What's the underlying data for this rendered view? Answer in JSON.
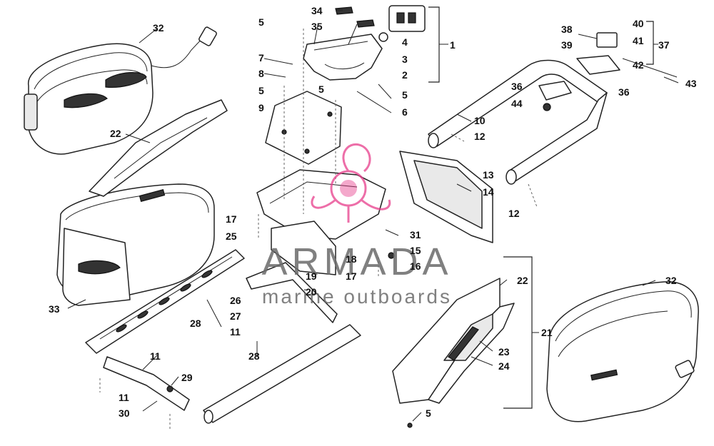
{
  "watermark": {
    "brand": "ARMADA",
    "subtitle": "marine outboards",
    "logo_color": "#e83e8c"
  },
  "callouts": [
    {
      "id": "c-34a",
      "label": "34"
    },
    {
      "id": "c-35",
      "label": "35"
    },
    {
      "id": "c-5a",
      "label": "5"
    },
    {
      "id": "c-7",
      "label": "7"
    },
    {
      "id": "c-8",
      "label": "8"
    },
    {
      "id": "c-5b",
      "label": "5"
    },
    {
      "id": "c-9",
      "label": "9"
    },
    {
      "id": "c-5c",
      "label": "5"
    },
    {
      "id": "c-4",
      "label": "4"
    },
    {
      "id": "c-3",
      "label": "3"
    },
    {
      "id": "c-2",
      "label": "2"
    },
    {
      "id": "c-1",
      "label": "1"
    },
    {
      "id": "c-5d",
      "label": "5"
    },
    {
      "id": "c-6",
      "label": "6"
    },
    {
      "id": "c-32a",
      "label": "32"
    },
    {
      "id": "c-22a",
      "label": "22"
    },
    {
      "id": "c-38",
      "label": "38"
    },
    {
      "id": "c-39",
      "label": "39"
    },
    {
      "id": "c-40",
      "label": "40"
    },
    {
      "id": "c-41",
      "label": "41"
    },
    {
      "id": "c-37",
      "label": "37"
    },
    {
      "id": "c-42",
      "label": "42"
    },
    {
      "id": "c-43",
      "label": "43"
    },
    {
      "id": "c-36a",
      "label": "36"
    },
    {
      "id": "c-36b",
      "label": "36"
    },
    {
      "id": "c-44",
      "label": "44"
    },
    {
      "id": "c-10",
      "label": "10"
    },
    {
      "id": "c-12a",
      "label": "12"
    },
    {
      "id": "c-13",
      "label": "13"
    },
    {
      "id": "c-14",
      "label": "14"
    },
    {
      "id": "c-12b",
      "label": "12"
    },
    {
      "id": "c-17a",
      "label": "17"
    },
    {
      "id": "c-25",
      "label": "25"
    },
    {
      "id": "c-31",
      "label": "31"
    },
    {
      "id": "c-15",
      "label": "15"
    },
    {
      "id": "c-16",
      "label": "16"
    },
    {
      "id": "c-18",
      "label": "18"
    },
    {
      "id": "c-17b",
      "label": "17"
    },
    {
      "id": "c-19",
      "label": "19"
    },
    {
      "id": "c-20",
      "label": "20"
    },
    {
      "id": "c-26",
      "label": "26"
    },
    {
      "id": "c-27",
      "label": "27"
    },
    {
      "id": "c-11a",
      "label": "11"
    },
    {
      "id": "c-33",
      "label": "33"
    },
    {
      "id": "c-28a",
      "label": "28"
    },
    {
      "id": "c-28b",
      "label": "28"
    },
    {
      "id": "c-11b",
      "label": "11"
    },
    {
      "id": "c-11c",
      "label": "11"
    },
    {
      "id": "c-30",
      "label": "30"
    },
    {
      "id": "c-29",
      "label": "29"
    },
    {
      "id": "c-22b",
      "label": "22"
    },
    {
      "id": "c-21",
      "label": "21"
    },
    {
      "id": "c-23",
      "label": "23"
    },
    {
      "id": "c-24",
      "label": "24"
    },
    {
      "id": "c-5e",
      "label": "5"
    },
    {
      "id": "c-32b",
      "label": "32"
    }
  ]
}
